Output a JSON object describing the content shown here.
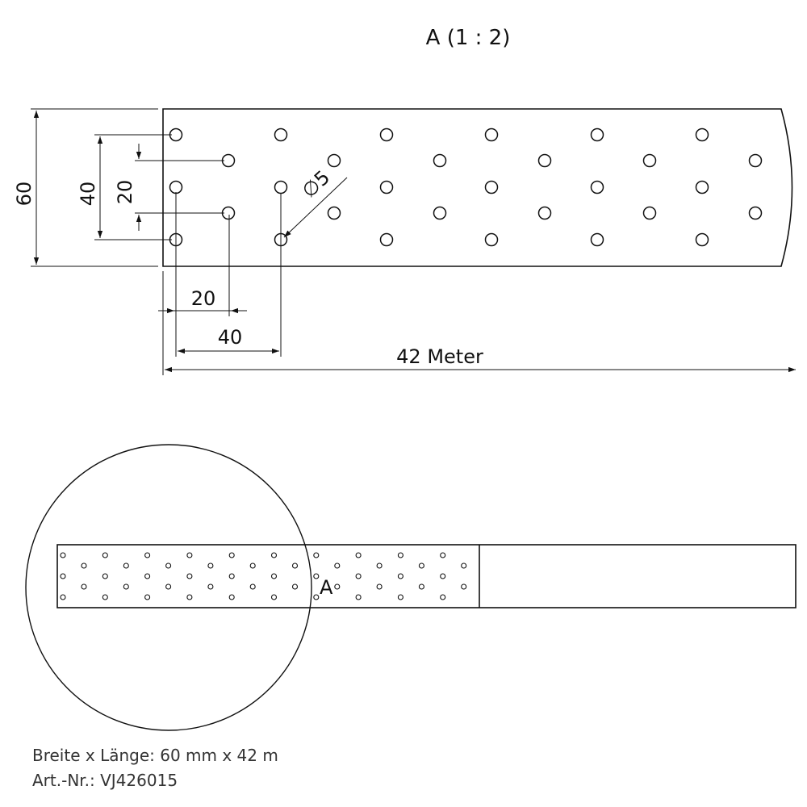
{
  "detail_title": "A (1 : 2)",
  "dimensions": {
    "width": "60",
    "pitch_40_vertical": "40",
    "pitch_20_vertical": "20",
    "pitch_20_horizontal": "20",
    "pitch_40_horizontal": "40",
    "hole_diameter": "∅5",
    "length": "42 Meter"
  },
  "detail_marker": "A",
  "specs": {
    "size": "Breite x Länge: 60 mm x 42 m",
    "article": "Art.-Nr.: VJ426015"
  }
}
